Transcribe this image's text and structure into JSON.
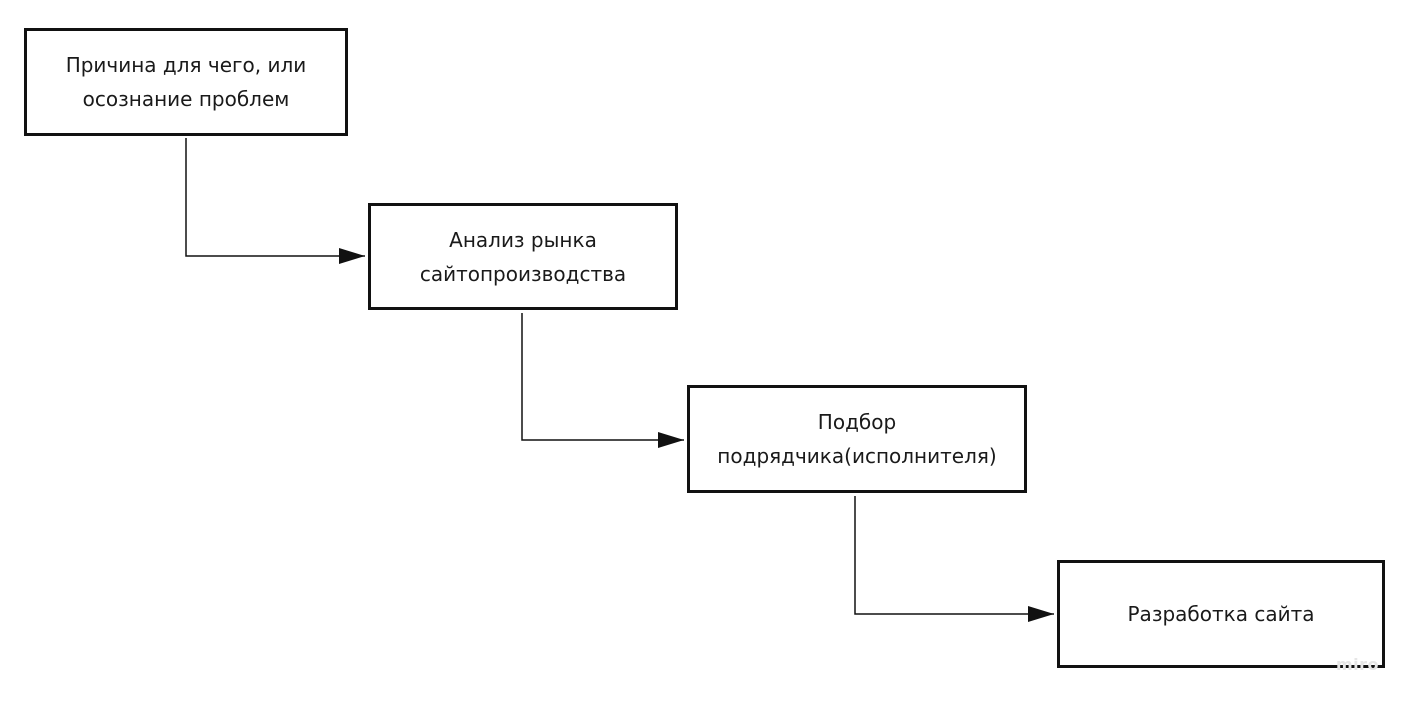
{
  "diagram": {
    "nodes": [
      {
        "id": "n1",
        "label": "Причина для чего, или\nосознание проблем"
      },
      {
        "id": "n2",
        "label": "Анализ рынка\nсайтопроизводства"
      },
      {
        "id": "n3",
        "label": "Подбор\nподрядчика(исполнителя)"
      },
      {
        "id": "n4",
        "label": "Разработка сайта"
      }
    ],
    "edges": [
      {
        "from": "n1",
        "to": "n2"
      },
      {
        "from": "n2",
        "to": "n3"
      },
      {
        "from": "n3",
        "to": "n4"
      }
    ],
    "colors": {
      "stroke": "#111111",
      "background": "#ffffff",
      "text": "#1a1a1a",
      "watermark": "#e6e6e6"
    }
  },
  "watermark": {
    "text": "miro"
  }
}
